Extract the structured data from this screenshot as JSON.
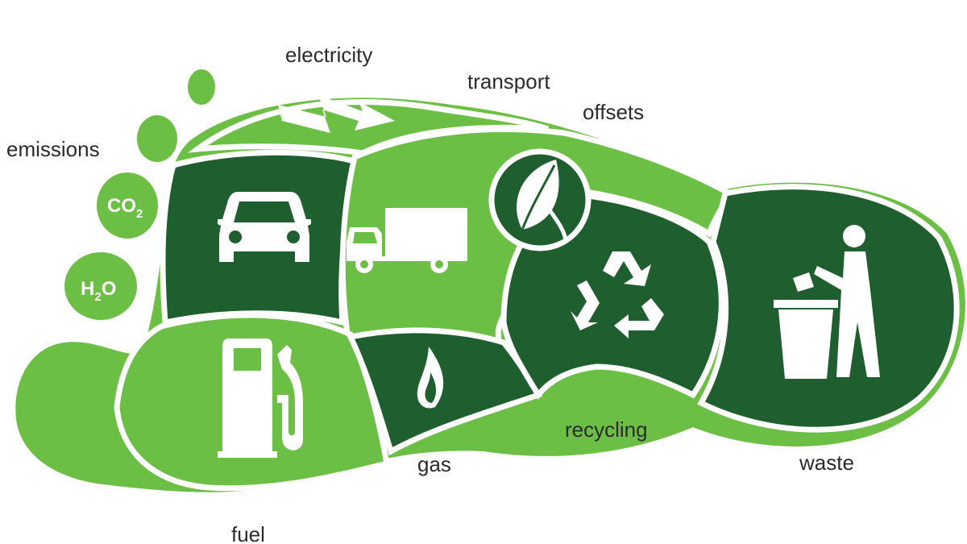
{
  "labels": {
    "emissions": "emissions",
    "electricity": "electricity",
    "transport": "transport",
    "offsets": "offsets",
    "fuel": "fuel",
    "gas": "gas",
    "recycling": "recycling",
    "waste": "waste"
  },
  "toes": {
    "co2_main": "CO",
    "co2_sub": "2",
    "h2o_h": "H",
    "h2o_sub": "2",
    "h2o_o": "O"
  },
  "colors": {
    "light_green": "#6cbf45",
    "dark_green": "#1f5e2e",
    "white": "#ffffff",
    "text": "#2b2b2b"
  },
  "icons": [
    "car-icon",
    "truck-icon",
    "leaf-icon",
    "recycle-icon",
    "trash-person-icon",
    "fuel-pump-icon",
    "flame-icon",
    "lightning-arrow-icon"
  ]
}
